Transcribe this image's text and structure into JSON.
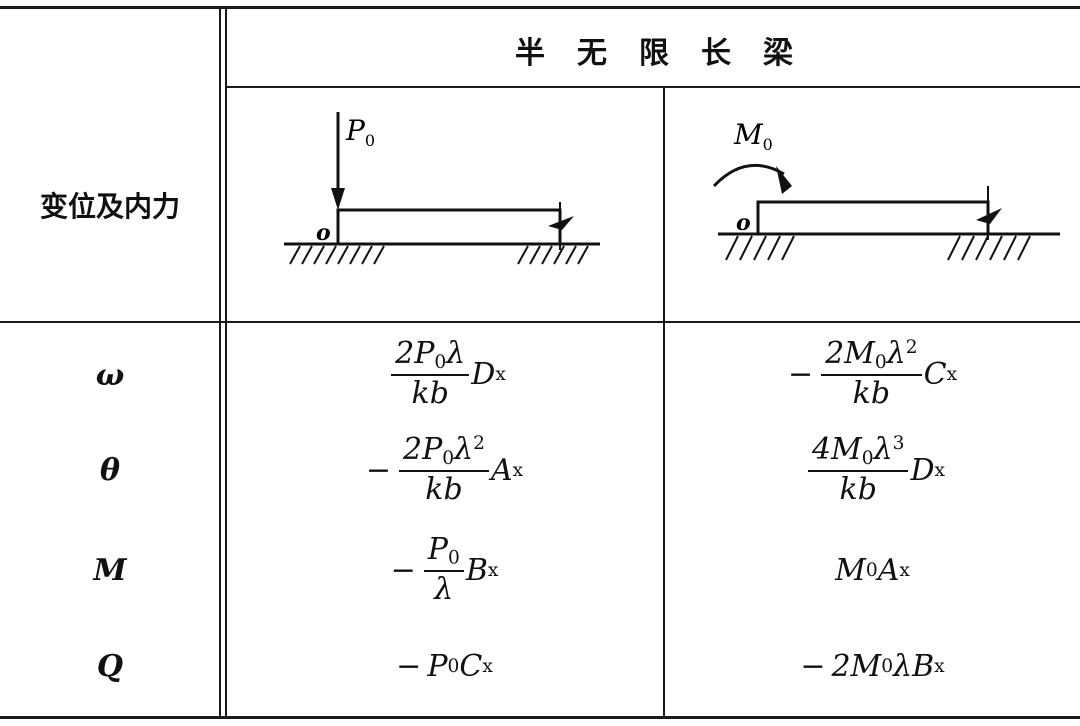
{
  "header": {
    "title_chars": [
      "半",
      "无",
      "限",
      "长",
      "梁"
    ],
    "row_label": "变位及内力"
  },
  "diagrams": {
    "left": {
      "load_label": "P",
      "load_sub": "0",
      "origin_label": "o"
    },
    "right": {
      "load_label": "M",
      "load_sub": "0",
      "origin_label": "o"
    }
  },
  "rows": [
    {
      "symbol": "ω",
      "left": {
        "sign": "",
        "num": "2P",
        "num_sub": "0",
        "num_tail": "λ",
        "num_sup": "",
        "den": "kb",
        "factor": "D",
        "factor_sub": "x"
      },
      "right": {
        "sign": "−",
        "num": "2M",
        "num_sub": "0",
        "num_tail": "λ",
        "num_sup": "2",
        "den": "kb",
        "factor": "C",
        "factor_sub": "x"
      }
    },
    {
      "symbol": "θ",
      "left": {
        "sign": "−",
        "num": "2P",
        "num_sub": "0",
        "num_tail": "λ",
        "num_sup": "2",
        "den": "kb",
        "factor": "A",
        "factor_sub": "x"
      },
      "right": {
        "sign": "",
        "num": "4M",
        "num_sub": "0",
        "num_tail": "λ",
        "num_sup": "3",
        "den": "kb",
        "factor": "D",
        "factor_sub": "x"
      }
    },
    {
      "symbol": "M",
      "left": {
        "sign": "−",
        "num": "P",
        "num_sub": "0",
        "num_tail": "",
        "num_sup": "",
        "den": "λ",
        "factor": "B",
        "factor_sub": "x"
      },
      "right": {
        "plain": "M",
        "plain_sub": "0",
        "plain_tail": "A",
        "plain_tail_sub": "x"
      }
    },
    {
      "symbol": "Q",
      "left": {
        "plain_sign": "−",
        "plain": "P",
        "plain_sub": "0",
        "plain_tail": "C",
        "plain_tail_sub": "x"
      },
      "right": {
        "plain_sign": "−",
        "plain": "2M",
        "plain_sub": "0",
        "plain_tail": "λB",
        "plain_tail_sub": "x"
      }
    }
  ]
}
